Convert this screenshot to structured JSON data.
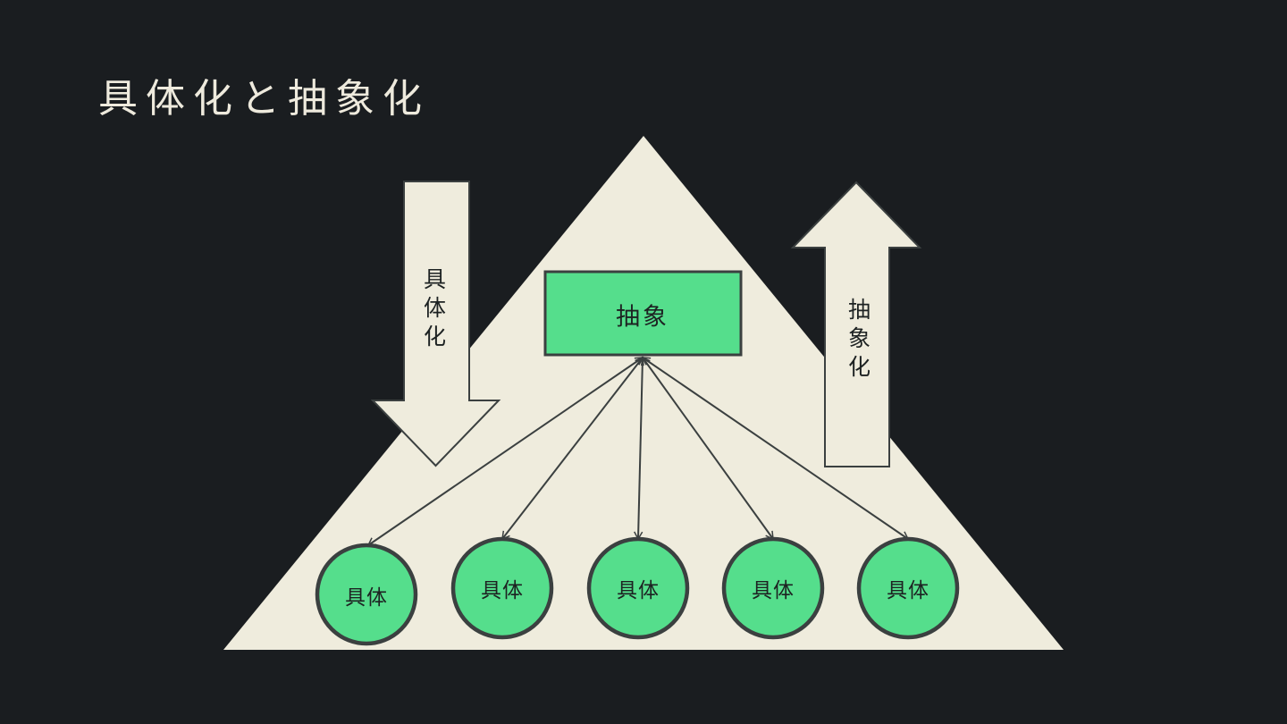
{
  "slide": {
    "background_color": "#1a1d20",
    "title": "具体化と抽象化",
    "title_color": "#eeeadd"
  },
  "diagram": {
    "pyramid_color": "#efecdd",
    "big_arrow_color": "#efecdd",
    "node_fill_color": "#55de8c",
    "outline_color": "#3b4040",
    "node_label_color": "#1d2222",
    "abstract_box": {
      "label": "抽象"
    },
    "left_arrow": {
      "label": "具体化",
      "direction": "down"
    },
    "right_arrow": {
      "label": "抽象化",
      "direction": "up"
    },
    "circles": [
      {
        "label": "具体"
      },
      {
        "label": "具体"
      },
      {
        "label": "具体"
      },
      {
        "label": "具体"
      },
      {
        "label": "具体"
      }
    ]
  }
}
